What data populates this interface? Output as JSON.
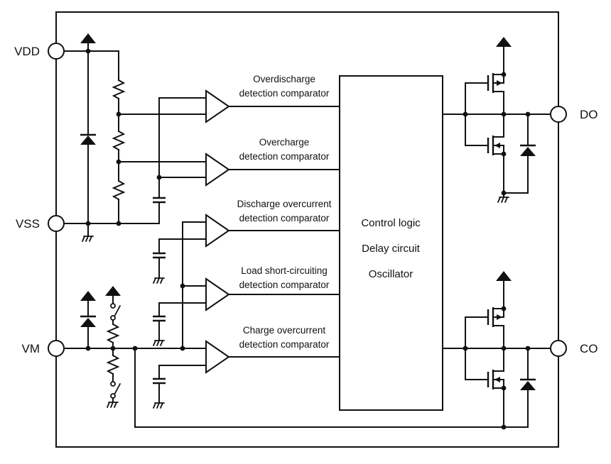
{
  "diagram": {
    "type": "battery-protection-ic-block-diagram",
    "pins": {
      "vdd": "VDD",
      "vss": "VSS",
      "vm": "VM",
      "do": "DO",
      "co": "CO"
    },
    "comparators": [
      {
        "id": "overdischarge",
        "line1": "Overdischarge",
        "line2": "detection comparator"
      },
      {
        "id": "overcharge",
        "line1": "Overcharge",
        "line2": "detection comparator"
      },
      {
        "id": "discharge-overcurrent",
        "line1": "Discharge overcurrent",
        "line2": "detection comparator"
      },
      {
        "id": "load-short-circuiting",
        "line1": "Load short-circuiting",
        "line2": "detection comparator"
      },
      {
        "id": "charge-overcurrent",
        "line1": "Charge overcurrent",
        "line2": "detection comparator"
      }
    ],
    "control_block": {
      "items": [
        "Control logic",
        "Delay circuit",
        "Oscillator"
      ]
    },
    "colors": {
      "line": "#111111",
      "background": "#ffffff"
    }
  }
}
